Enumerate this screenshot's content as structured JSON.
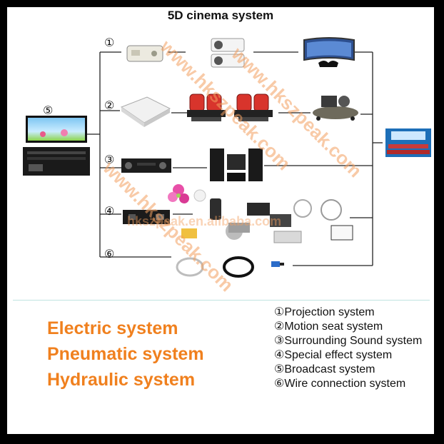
{
  "title": "5D cinema system",
  "system_numbers": [
    "①",
    "②",
    "③",
    "④",
    "⑤",
    "⑥"
  ],
  "systems": [
    "Electric system",
    "Pneumatic system",
    "Hydraulic system"
  ],
  "legend": [
    "①Projection system",
    "②Motion seat system",
    "③Surrounding Sound system",
    "④Special effect system",
    "⑤Broadcast system",
    "⑥Wire connection system"
  ],
  "watermarks": [
    "www.hkszpeak.com",
    "www.hkszpeak.com",
    "www.hkszpeak.com",
    "hkszpeak.en.alibaba.com"
  ],
  "colors": {
    "accent": "#f0801e",
    "frame": "#000000",
    "seat_red": "#d8342c"
  }
}
